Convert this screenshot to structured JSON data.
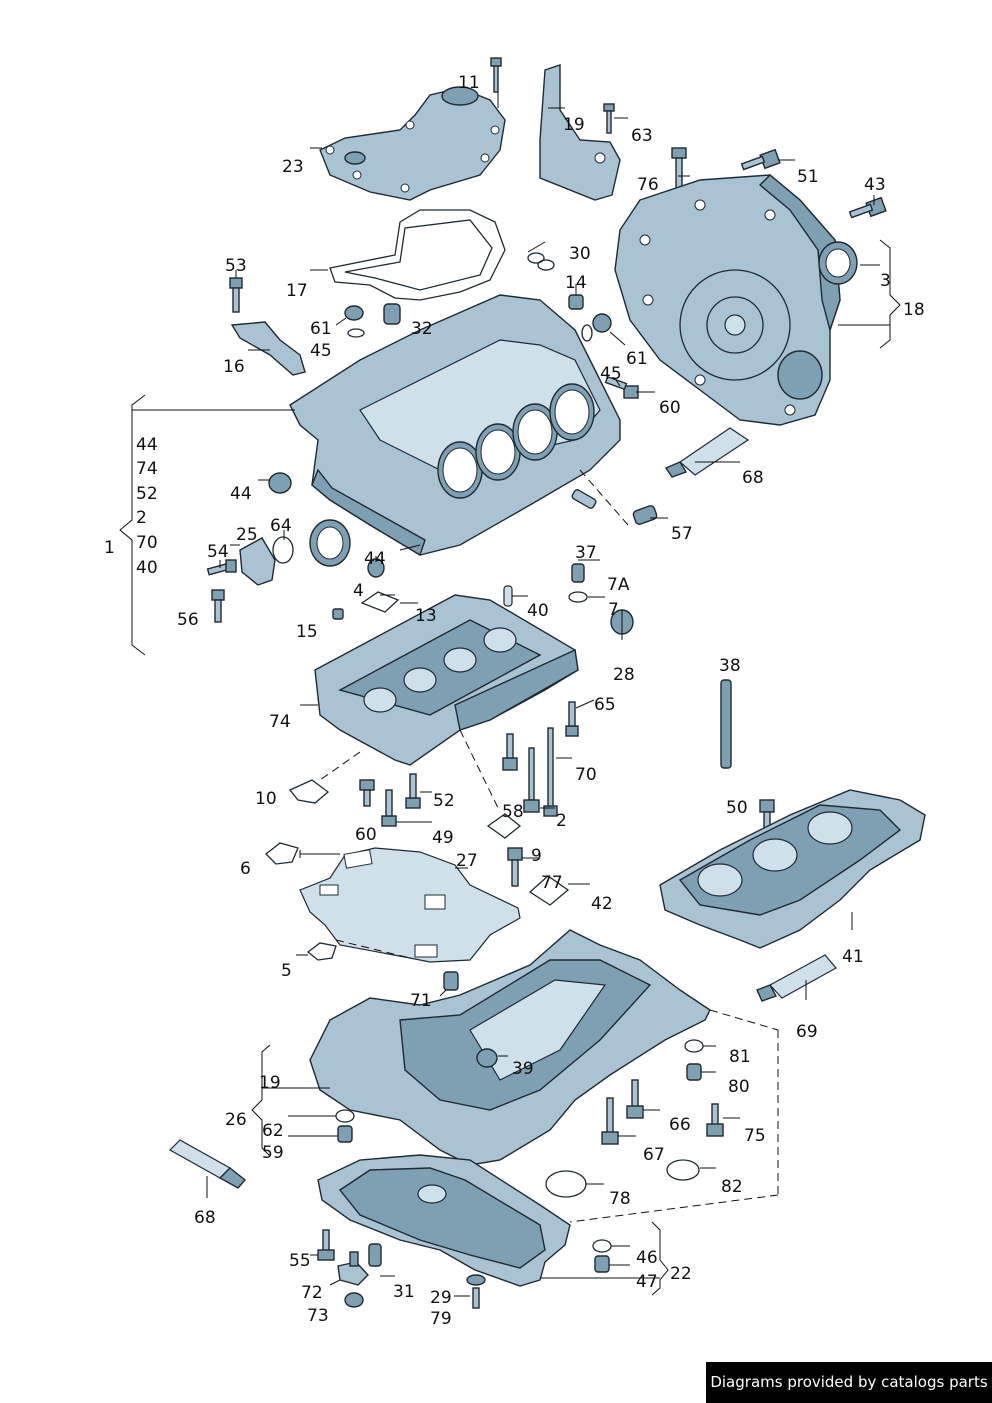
{
  "footer": {
    "text": "Diagrams provided by catalogs parts"
  },
  "callouts": [
    "11",
    "19",
    "63",
    "51",
    "43",
    "76",
    "23",
    "30",
    "3",
    "18",
    "17",
    "14",
    "53",
    "61",
    "32",
    "61",
    "45",
    "16",
    "45",
    "60",
    "44",
    "74",
    "52",
    "2",
    "70",
    "40",
    "1",
    "68",
    "44",
    "57",
    "25",
    "64",
    "54",
    "37",
    "44",
    "4",
    "7A",
    "7",
    "56",
    "13",
    "40",
    "15",
    "28",
    "38",
    "74",
    "65",
    "70",
    "10",
    "52",
    "50",
    "60",
    "49",
    "58",
    "2",
    "6",
    "27",
    "9",
    "77",
    "42",
    "5",
    "71",
    "41",
    "69",
    "39",
    "81",
    "19",
    "80",
    "26",
    "62",
    "59",
    "66",
    "75",
    "67",
    "68",
    "78",
    "82",
    "55",
    "46",
    "22",
    "47",
    "72",
    "31",
    "29",
    "73",
    "79"
  ]
}
